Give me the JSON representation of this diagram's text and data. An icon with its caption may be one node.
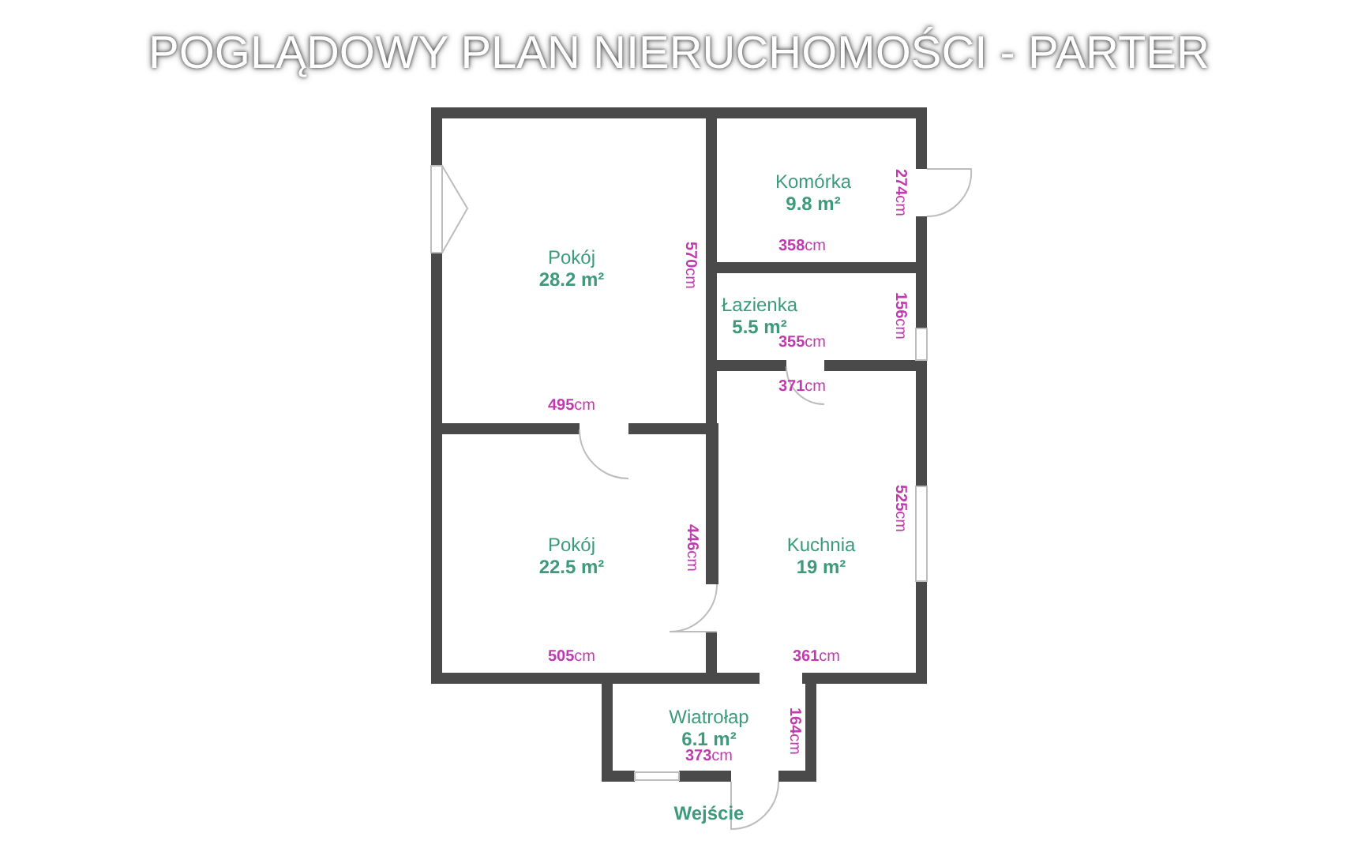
{
  "diagram": {
    "title": "POGLĄDOWY PLAN NIERUCHOMOŚCI - PARTER",
    "nodes": [
      {
        "text": [
          "Pokój",
          "28.2 m²"
        ]
      },
      {
        "text": [
          "Komórka",
          "9.8 m²"
        ]
      },
      {
        "text": [
          "Łazienka",
          "5.5 m²"
        ]
      },
      {
        "text": [
          "Pokój",
          "22.5 m²"
        ]
      },
      {
        "text": [
          "Kuchnia",
          "19 m²"
        ]
      },
      {
        "text": [
          "Wiatrołap",
          "6.1 m²"
        ]
      }
    ],
    "labels": [
      "**274**cm",
      "**358**cm",
      "**570**cm",
      "**156**cm",
      "**355**cm",
      "**371**cm",
      "**495**cm",
      "**525**cm",
      "**446**cm",
      "**505**cm",
      "**361**cm",
      "**164**cm",
      "**373**cm",
      "Wejście"
    ]
  }
}
